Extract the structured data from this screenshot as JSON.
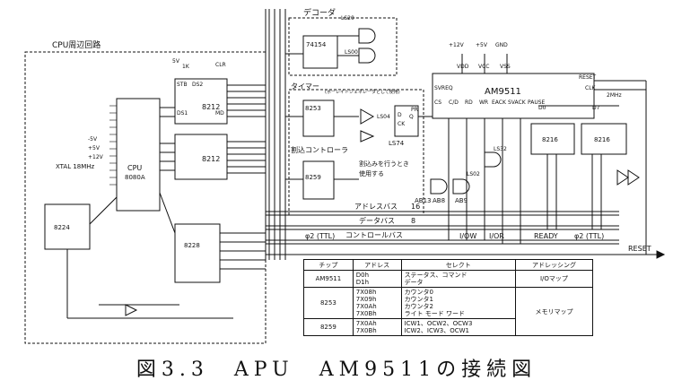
{
  "title": "図3.3　APU　AM9511の接続図",
  "labels": {
    "cpu_area": "CPU周辺回路",
    "decoder": "デコーダ",
    "timer": "タイマー",
    "timer_note": "(ボーレイトジェネレータとして使用)",
    "irq_controller": "割込コントローラ",
    "irq_note_1": "割込みを行うとき",
    "irq_note_2": "使用する",
    "address_bus": "アドレスバス",
    "data_bus": "データバス",
    "control_bus": "コントロールバス",
    "phi2_left": "φ2 (TTL)",
    "phi2_right": "φ2 (TTL)",
    "reset_bus": "RESET",
    "ready": "READY",
    "iow": "I/OW",
    "ior": "I/OR",
    "bus16": "16",
    "bus8": "8",
    "ab13": "AB13",
    "ab8": "AB8",
    "ab9": "AB9",
    "cpu_chip": "CPU",
    "cpu_part": "8080A",
    "xtal": "XTAL 18MHz",
    "clock_gen": "8224",
    "latch_top": "8212",
    "latch_bot": "8212",
    "ctrl_8228": "8228",
    "pit": "8253",
    "pic": "8259",
    "decoder_chip": "74154",
    "apu_chip": "AM9511",
    "ls74": "LS74",
    "ls04": "LS04",
    "ls20": "LS20",
    "ls00": "LS00",
    "ls32": "LS32",
    "ls02": "LS02",
    "rom_left": "8216",
    "rom_right": "8216",
    "stb": "STB",
    "ds1": "DS1",
    "ds2": "DS2",
    "md": "MD",
    "clr": "CLR",
    "pr": "PR",
    "d_pin": "D",
    "ck_pin": "CK",
    "q_pin": "Q",
    "svreq": "SVREQ",
    "reset_pin": "RESET",
    "clk_pin": "CLK",
    "freq": "2MHz",
    "d0": "D0",
    "d7": "D7",
    "v_plus12": "+12V",
    "v_plus5": "+5V",
    "gnd": "GND",
    "vdd": "VDD",
    "vcc": "VCC",
    "vss": "VSS",
    "v5": "5V",
    "v5b": "+5V",
    "v12": "+12V",
    "vneg5": "-5V",
    "res_1k": "1K",
    "pins": [
      "CS",
      "C/D",
      "RD",
      "WR",
      "EACK",
      "SVACK",
      "PAUSE"
    ]
  },
  "table": {
    "headers": [
      "チップ",
      "アドレス",
      "セレクト",
      "アドレッシング"
    ],
    "rows": [
      {
        "chip": "AM9511",
        "addr": [
          "D0h",
          "D1h"
        ],
        "select": [
          "ステータス、コマンド",
          "データ"
        ],
        "mode": "I/Oマップ"
      },
      {
        "chip": "8253",
        "addr": [
          "7X08h",
          "7X09h",
          "7X0Ah",
          "7X0Bh"
        ],
        "select": [
          "カウンタ0",
          "カウンタ1",
          "カウンタ2",
          "ライト モード ワード"
        ],
        "mode": "メモリマップ"
      },
      {
        "chip": "8259",
        "addr": [
          "7X0Ah",
          "7X0Bh"
        ],
        "select": [
          "ICW1、OCW2、OCW3",
          "ICW2、ICW3、OCW1"
        ],
        "mode": ""
      }
    ]
  }
}
